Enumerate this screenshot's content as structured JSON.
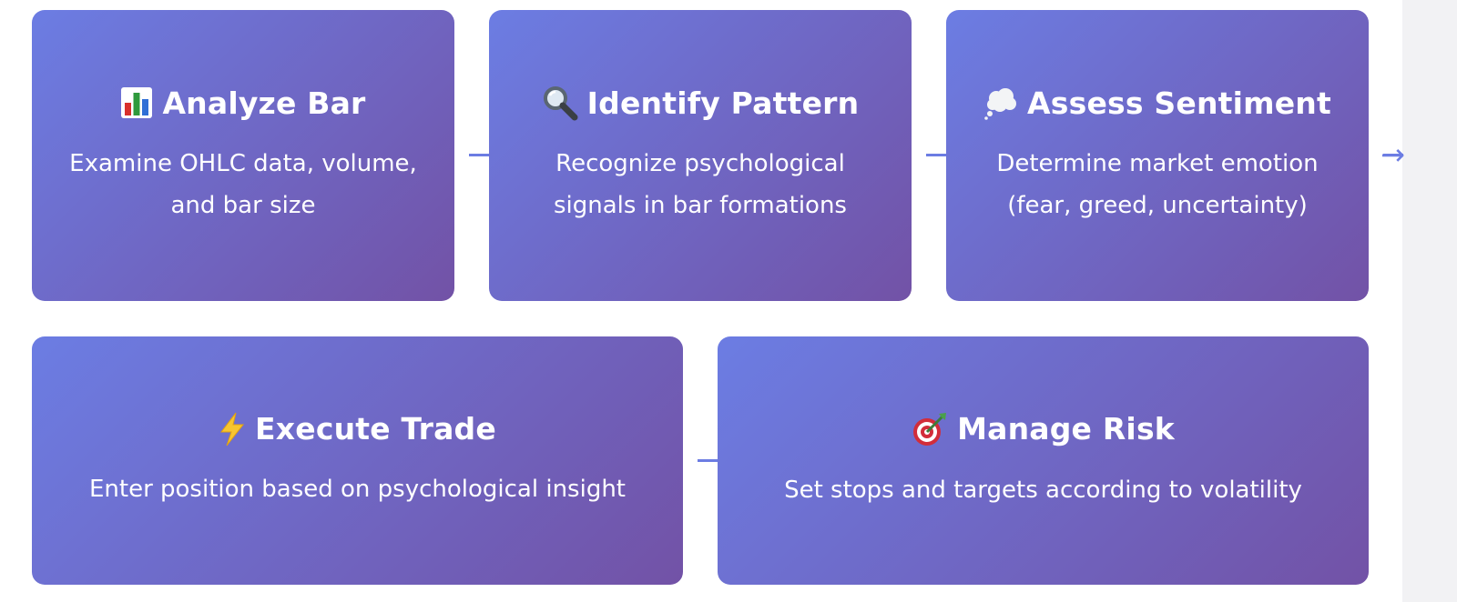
{
  "steps": [
    {
      "icon": "bar-chart-icon",
      "title": "Analyze Bar",
      "desc_lines": [
        "Examine OHLC data, volume,",
        "and bar size"
      ]
    },
    {
      "icon": "magnifier-icon",
      "title": "Identify Pattern",
      "desc_lines": [
        "Recognize psychological",
        "signals in bar formations"
      ]
    },
    {
      "icon": "thought-bubble-icon",
      "title": "Assess Sentiment",
      "desc_lines": [
        "Determine market emotion",
        "(fear, greed, uncertainty)"
      ]
    },
    {
      "icon": "lightning-icon",
      "title": "Execute Trade",
      "desc_lines": [
        "Enter position based on psychological insight"
      ]
    },
    {
      "icon": "target-icon",
      "title": "Manage Risk",
      "desc_lines": [
        "Set stops and targets according to volatility"
      ]
    }
  ],
  "continue_arrow": "→",
  "colors": {
    "gradient_start": "#6c7de3",
    "gradient_end": "#7252a6",
    "connector": "#6c7de3",
    "text": "#ffffff"
  }
}
